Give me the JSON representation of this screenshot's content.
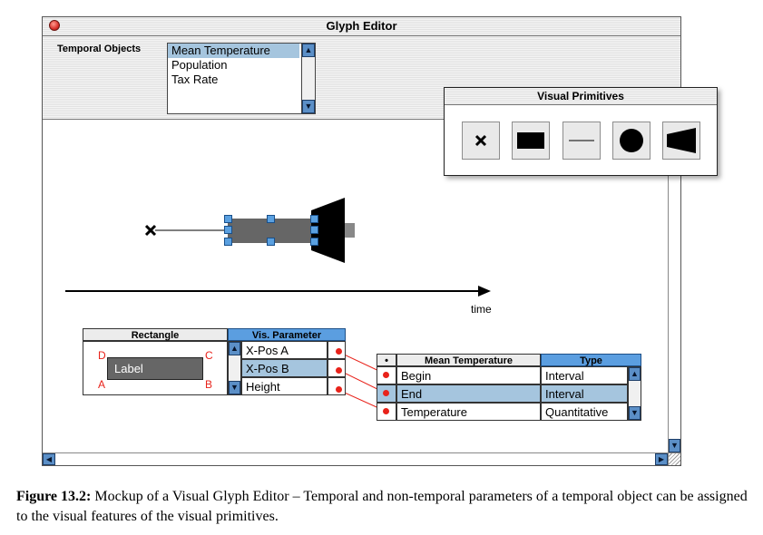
{
  "window": {
    "title": "Glyph Editor"
  },
  "temporal_objects": {
    "label": "Temporal Objects",
    "items": [
      "Mean Temperature",
      "Population",
      "Tax Rate"
    ],
    "selected_index": 0
  },
  "palette": {
    "title": "Visual Primitives",
    "primitives": [
      "cross-icon",
      "rectangle-icon",
      "line-icon",
      "circle-icon",
      "trapezoid-icon"
    ]
  },
  "canvas": {
    "axis_label": "time"
  },
  "rectangle_panel": {
    "header": "Rectangle",
    "label": "Label",
    "corners": {
      "a": "A",
      "b": "B",
      "c": "C",
      "d": "D"
    }
  },
  "vis_params": {
    "header": "Vis. Parameter",
    "items": [
      "X-Pos A",
      "X-Pos B",
      "Height"
    ],
    "selected_index": 1
  },
  "object_params": {
    "header_dot": "•",
    "header_name": "Mean Temperature",
    "header_type": "Type",
    "rows": [
      {
        "name": "Begin",
        "type": "Interval"
      },
      {
        "name": "End",
        "type": "Interval"
      },
      {
        "name": "Temperature",
        "type": "Quantitative"
      }
    ],
    "selected_index": 1
  },
  "caption": {
    "label": "Figure 13.2:",
    "text": "Mockup of a Visual Glyph Editor – Temporal and non-temporal parameters of a temporal object can be assigned to the visual features of the visual primitives."
  },
  "colors": {
    "selection": "#a5c5de",
    "header_blue": "#5b9ee0",
    "link_red": "#e8221a",
    "handle_blue": "#5aa0e0"
  }
}
